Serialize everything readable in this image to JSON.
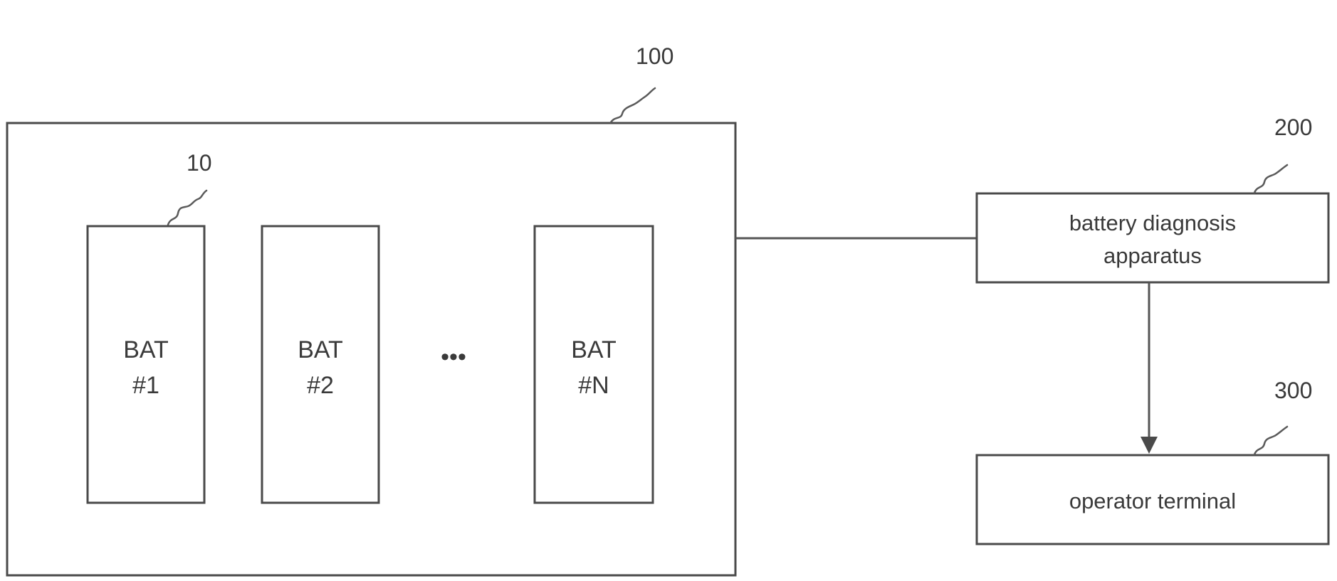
{
  "system": {
    "ref": "100"
  },
  "battery_cells": {
    "ref": "10",
    "items": [
      {
        "line1": "BAT",
        "line2": "#1"
      },
      {
        "line1": "BAT",
        "line2": "#2"
      },
      {
        "line1": "BAT",
        "line2": "#N"
      }
    ],
    "ellipsis": "•••"
  },
  "diagnosis": {
    "ref": "200",
    "line1": "battery diagnosis",
    "line2": "apparatus"
  },
  "terminal": {
    "ref": "300",
    "label": "operator terminal"
  }
}
